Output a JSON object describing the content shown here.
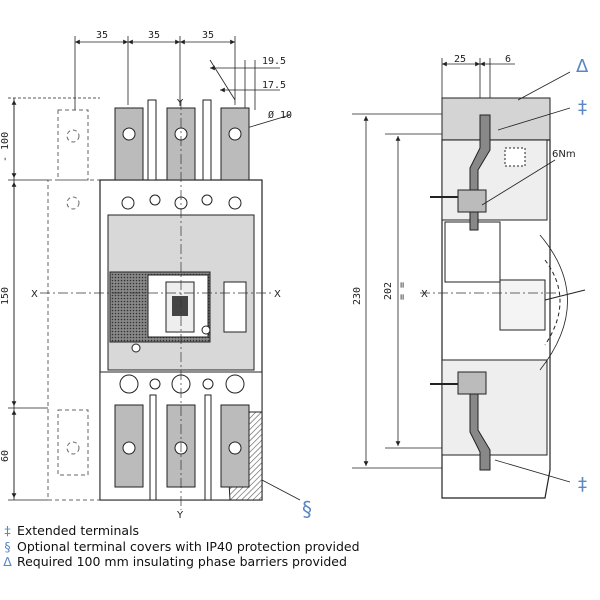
{
  "front_view": {
    "dims_top": [
      "35",
      "35",
      "35"
    ],
    "dim_19_5": "19.5",
    "dim_17_5": "17.5",
    "dim_hole": "Ø 10",
    "dim_left": [
      "- 100",
      "150",
      "60"
    ],
    "axis_x": "X",
    "axis_y": "Y"
  },
  "side_view": {
    "dims_top": [
      "25",
      "6"
    ],
    "dim_230": "230",
    "dim_202": "202",
    "dim_eq": "= =",
    "torque": "6Nm",
    "axis_x": "X"
  },
  "symbols": {
    "delta": "Δ",
    "ddagger": "‡",
    "section": "§"
  },
  "legend": [
    {
      "symbol": "‡",
      "text": "Extended terminals"
    },
    {
      "symbol": "§",
      "text": "Optional terminal covers with IP40 protection provided"
    },
    {
      "symbol": "Δ",
      "text": "Required 100 mm insulating phase barriers provided"
    }
  ]
}
